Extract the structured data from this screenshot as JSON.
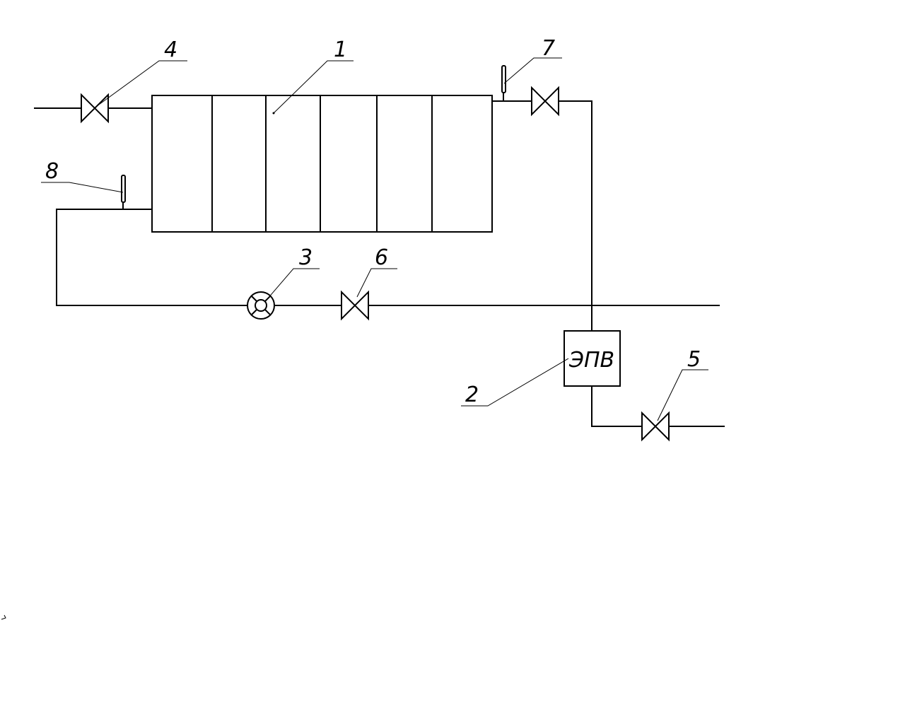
{
  "labels": {
    "radiator": "1",
    "heater": "2",
    "pump": "3",
    "valve_inlet": "4",
    "valve_outlet": "5",
    "valve_return": "6",
    "thermometer_outlet": "7",
    "thermometer_inlet": "8"
  },
  "heater_box_text": "ЭПВ"
}
